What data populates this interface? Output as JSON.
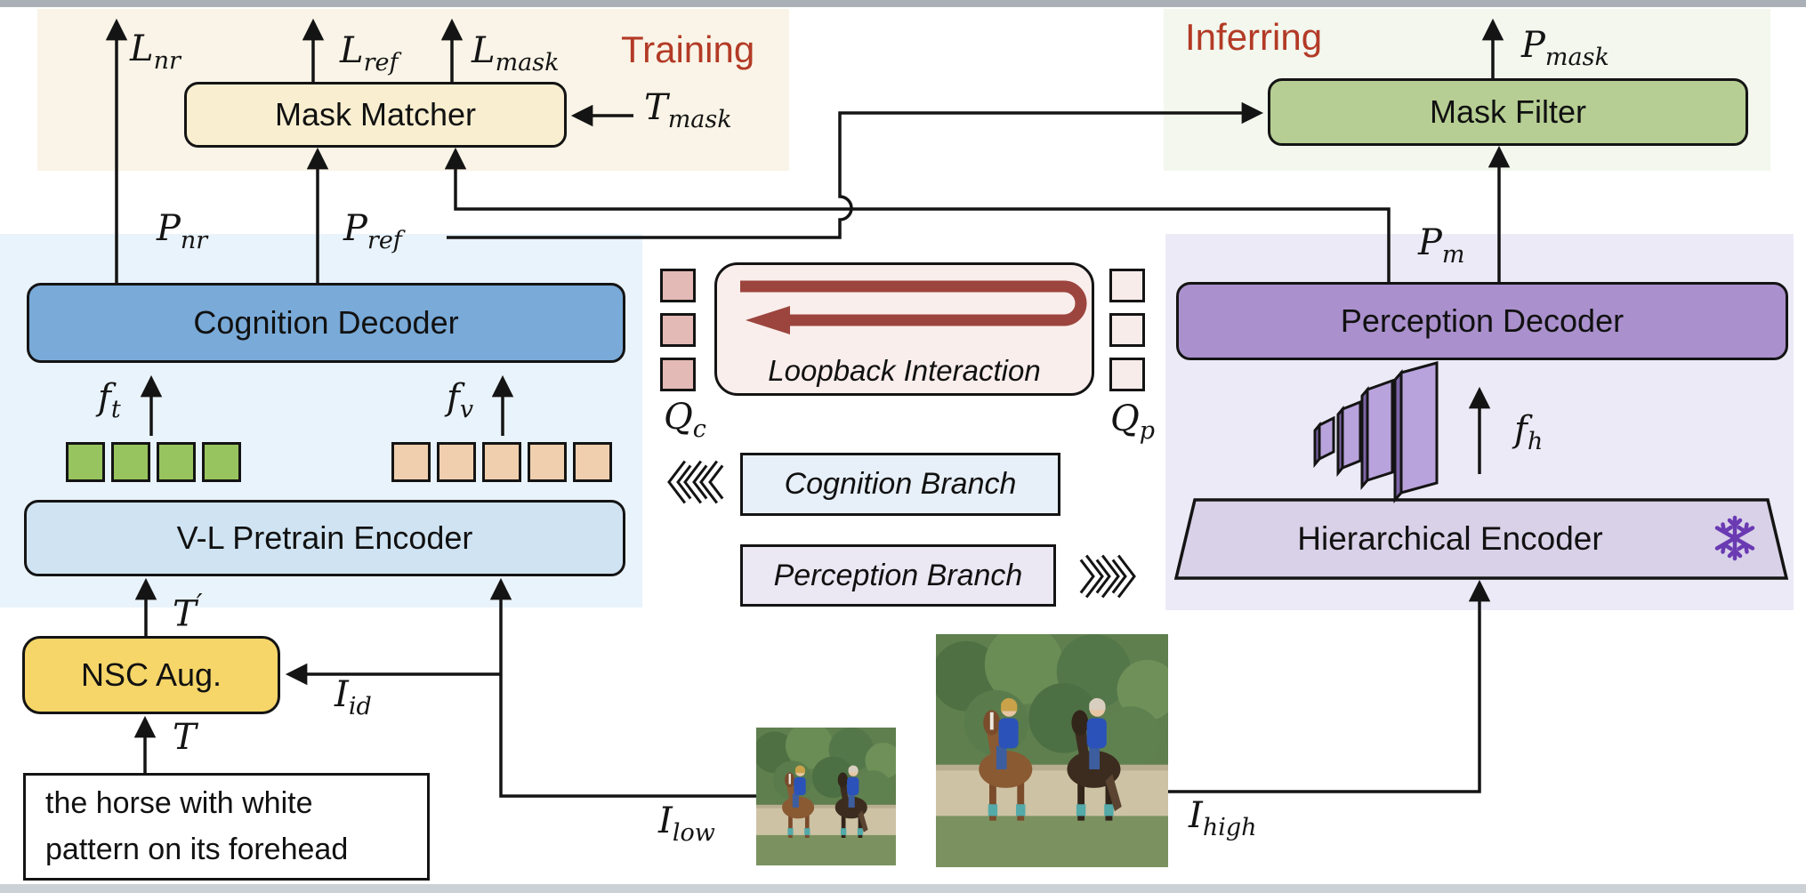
{
  "phases": {
    "training": "Training",
    "inferring": "Inferring"
  },
  "modules": {
    "mask_matcher": "Mask Matcher",
    "mask_filter": "Mask Filter",
    "cognition_decoder": "Cognition Decoder",
    "vl_pretrain_encoder": "V-L Pretrain Encoder",
    "perception_decoder": "Perception Decoder",
    "hierarchical_encoder": "Hierarchical Encoder",
    "nsc_aug": "NSC Aug.",
    "loopback_interaction": "Loopback Interaction",
    "cognition_branch": "Cognition Branch",
    "perception_branch": "Perception Branch"
  },
  "query_text": {
    "line1": "the horse with white",
    "line2": "pattern on its forehead"
  },
  "math_labels": {
    "loss_nr": {
      "main": "L",
      "sub": "nr"
    },
    "loss_ref": {
      "main": "L",
      "sub": "ref"
    },
    "loss_mask": {
      "main": "L",
      "sub": "mask"
    },
    "t_mask": {
      "main": "T",
      "sub": "mask"
    },
    "p_nr": {
      "main": "P",
      "sub": "nr"
    },
    "p_ref": {
      "main": "P",
      "sub": "ref"
    },
    "p_m": {
      "main": "P",
      "sub": "m"
    },
    "p_mask": {
      "main": "P",
      "sub": "mask"
    },
    "q_c": {
      "main": "Q",
      "sub": "c"
    },
    "q_p": {
      "main": "Q",
      "sub": "p"
    },
    "f_t": {
      "main": "f",
      "sub": "t"
    },
    "f_v": {
      "main": "f",
      "sub": "v"
    },
    "f_h": {
      "main": "f",
      "sub": "h"
    },
    "t_prime": {
      "main": "T",
      "sup": "′"
    },
    "t": {
      "main": "T"
    },
    "i_id": {
      "main": "I",
      "sub": "id"
    },
    "i_low": {
      "main": "I",
      "sub": "low"
    },
    "i_high": {
      "main": "I",
      "sub": "high"
    }
  },
  "icons": {
    "snowflake": "frozen-module-snowflake"
  },
  "colors": {
    "phase_label": "#b33a26",
    "training_panel": "#f9f4e7",
    "inferring_panel": "#f3f7ee",
    "cognition_panel": "#e9f3fb",
    "perception_panel": "#edeaf7",
    "mask_matcher": "#f9efd0",
    "mask_filter": "#b6ce93",
    "cognition_decoder": "#79aad8",
    "vl_encoder": "#cfe3f2",
    "perception_decoder": "#aa90cc",
    "hierarchical_encoder": "#d9d1e8",
    "nsc_aug": "#f6d669",
    "loopback_box": "#faeeec",
    "loopback_arrow": "#9c453e",
    "query_token_green": "#97c45e",
    "visual_token_tan": "#f0cfae",
    "cognition_query_pink": "#e4bab6",
    "perception_query_pale": "#f7ecea",
    "wire": "#141414"
  }
}
